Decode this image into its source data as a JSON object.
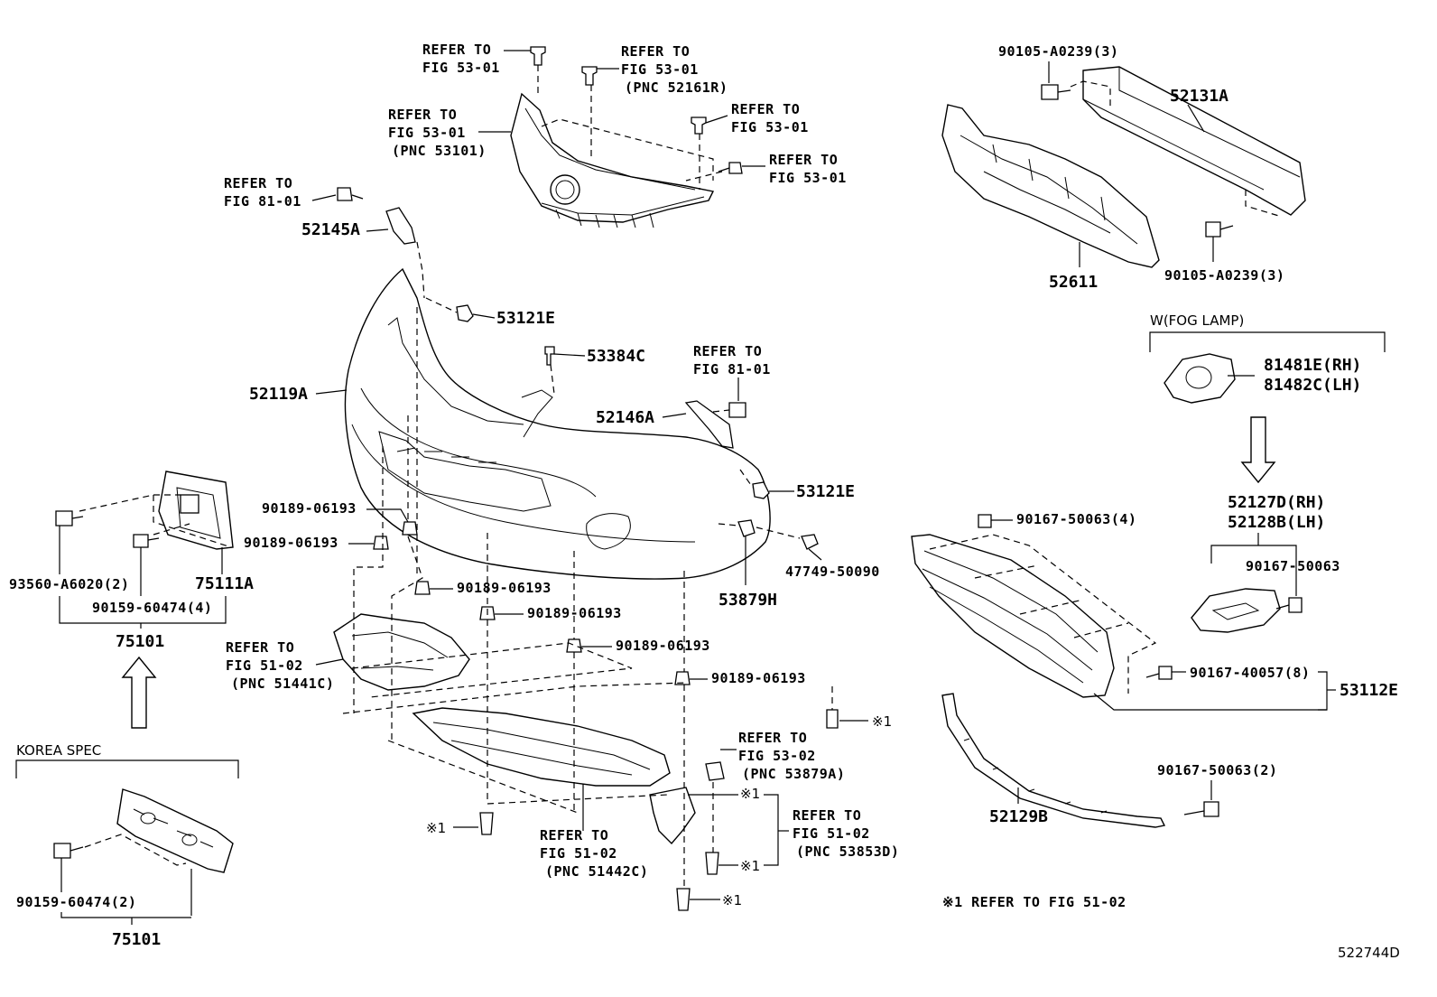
{
  "diagram_id": "522744D",
  "note": "※1 REFER TO FIG 51-02",
  "labels": {
    "ref_53_01_a": [
      "REFER TO",
      "FIG 53-01"
    ],
    "ref_53_01_b": [
      "REFER TO",
      "FIG 53-01",
      "(PNC 52161R)"
    ],
    "ref_53_01_c": [
      "REFER TO",
      "FIG 53-01",
      "(PNC 53101)"
    ],
    "ref_53_01_d": [
      "REFER TO",
      "FIG 53-01"
    ],
    "ref_53_01_e": [
      "REFER TO",
      "FIG 53-01"
    ],
    "ref_81_01_a": [
      "REFER TO",
      "FIG 81-01"
    ],
    "ref_81_01_b": [
      "REFER TO",
      "FIG 81-01"
    ],
    "ref_51_02_a": [
      "REFER TO",
      "FIG 51-02",
      "(PNC 51441C)"
    ],
    "ref_51_02_b": [
      "REFER TO",
      "FIG 51-02",
      "(PNC 51442C)"
    ],
    "ref_53_02": [
      "REFER TO",
      "FIG 53-02",
      "(PNC 53879A)"
    ],
    "ref_51_02_c": [
      "REFER TO",
      "FIG 51-02",
      "(PNC 53853D)"
    ],
    "p52145A": "52145A",
    "p53121E_a": "53121E",
    "p53121E_b": "53121E",
    "p53384C": "53384C",
    "p52119A": "52119A",
    "p52146A": "52146A",
    "p90189_a": "90189-06193",
    "p90189_b": "90189-06193",
    "p90189_c": "90189-06193",
    "p90189_d": "90189-06193",
    "p90189_e": "90189-06193",
    "p90189_f": "90189-06193",
    "p47749": "47749-50090",
    "p53879H": "53879H",
    "p93560": "93560-A6020(2)",
    "p75111A": "75111A",
    "p90159_a": "90159-60474(4)",
    "p75101_a": "75101",
    "korea_spec": "KOREA SPEC",
    "p90159_b": "90159-60474(2)",
    "p75101_b": "75101",
    "p90105_a": "90105-A0239(3)",
    "p52131A": "52131A",
    "p52611": "52611",
    "p90105_b": "90105-A0239(3)",
    "fog_lamp": "W(FOG LAMP)",
    "p81481E": "81481E(RH)",
    "p81482C": "81482C(LH)",
    "p52127D": "52127D(RH)",
    "p52128B": "52128B(LH)",
    "p90167_50063_4": "90167-50063(4)",
    "p90167_50063": "90167-50063",
    "p90167_40057": "90167-40057(8)",
    "p53112E": "53112E",
    "p90167_50063_2": "90167-50063(2)",
    "p52129B": "52129B",
    "mark1": "※1"
  }
}
